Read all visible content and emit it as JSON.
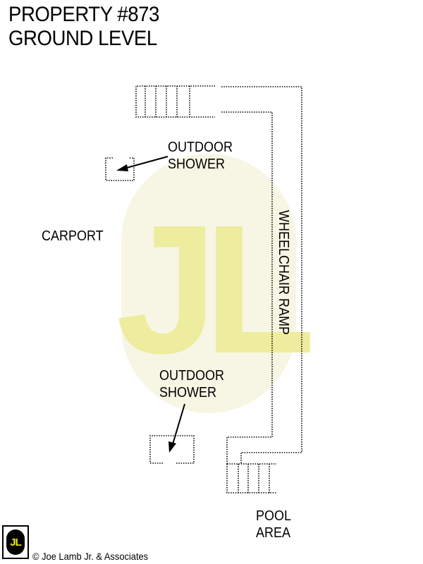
{
  "header": {
    "title_line1": "PROPERTY #873",
    "title_line2": "GROUND LEVEL"
  },
  "labels": {
    "outdoor_shower_top": [
      "OUTDOOR",
      "SHOWER"
    ],
    "outdoor_shower_bottom": [
      "OUTDOOR",
      "SHOWER"
    ],
    "carport": "CARPORT",
    "wheelchair_ramp": "WHEELCHAIR RAMP",
    "pool_area": [
      "POOL",
      "AREA"
    ]
  },
  "watermark": {
    "text": "JL",
    "color": "#f4f2c4"
  },
  "footer": {
    "logo_text": "JL",
    "copyright": "© Joe Lamb Jr. & Associates",
    "logo_color": "#e8e42a"
  }
}
